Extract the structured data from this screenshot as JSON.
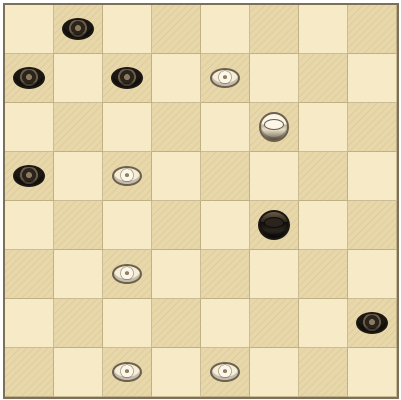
{
  "board": {
    "rows": 8,
    "cols": 8,
    "square_colors": {
      "light": "#f7ebc7",
      "dark": "#e7d7a9"
    },
    "pieces": [
      {
        "row": 0,
        "col": 1,
        "color": "black",
        "king": false
      },
      {
        "row": 1,
        "col": 0,
        "color": "black",
        "king": false
      },
      {
        "row": 1,
        "col": 2,
        "color": "black",
        "king": false
      },
      {
        "row": 1,
        "col": 4,
        "color": "white",
        "king": false
      },
      {
        "row": 2,
        "col": 5,
        "color": "white",
        "king": true
      },
      {
        "row": 3,
        "col": 0,
        "color": "black",
        "king": false
      },
      {
        "row": 3,
        "col": 2,
        "color": "white",
        "king": false
      },
      {
        "row": 4,
        "col": 5,
        "color": "black",
        "king": true
      },
      {
        "row": 5,
        "col": 2,
        "color": "white",
        "king": false
      },
      {
        "row": 6,
        "col": 7,
        "color": "black",
        "king": false
      },
      {
        "row": 7,
        "col": 2,
        "color": "white",
        "king": false
      },
      {
        "row": 7,
        "col": 4,
        "color": "white",
        "king": false
      }
    ]
  }
}
